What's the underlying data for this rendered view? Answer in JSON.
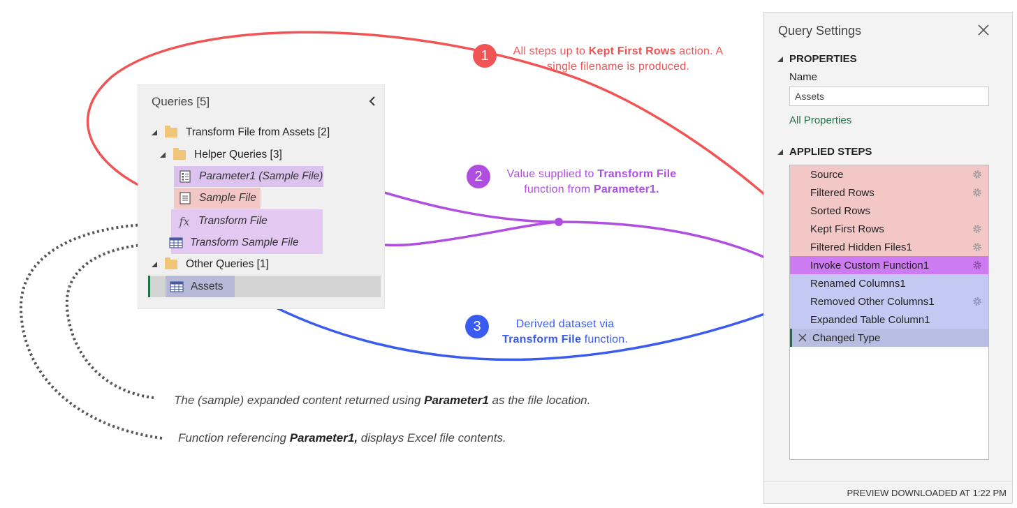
{
  "queries_pane": {
    "title": "Queries [5]",
    "groups": {
      "transform_group": "Transform File from Assets [2]",
      "helper_group": "Helper Queries [3]",
      "other_group": "Other Queries [1]"
    },
    "items": {
      "parameter": "Parameter1 (Sample File)",
      "sample_file": "Sample File",
      "transform_file": "Transform File",
      "transform_sample": "Transform Sample File",
      "assets": "Assets"
    },
    "fx_glyph": "fx"
  },
  "query_settings": {
    "title": "Query Settings",
    "properties_header": "PROPERTIES",
    "name_label": "Name",
    "name_value": "Assets",
    "all_properties": "All Properties",
    "applied_steps_header": "APPLIED STEPS",
    "steps": [
      "Source",
      "Filtered Rows",
      "Sorted Rows",
      "Kept First Rows",
      "Filtered Hidden Files1",
      "Invoke Custom Function1",
      "Renamed Columns1",
      "Removed Other Columns1",
      "Expanded Table Column1",
      "Changed Type"
    ],
    "footer": "PREVIEW DOWNLOADED AT 1:22 PM"
  },
  "callouts": {
    "c1": {
      "num": "1",
      "pre": "All steps up to ",
      "bold": "Kept First Rows",
      "post": " action. A",
      "line2": "single filename is produced."
    },
    "c2": {
      "num": "2",
      "pre": "Value supplied to ",
      "bold": "Transform File",
      "line2_pre": "function from ",
      "line2_bold": "Parameter1."
    },
    "c3": {
      "num": "3",
      "line1": "Derived dataset via",
      "bold": "Transform File",
      "post": " function."
    }
  },
  "notes": {
    "n1": {
      "pre": "The (sample) expanded content returned using ",
      "bold": "Parameter1",
      "post": " as the file location."
    },
    "n2": {
      "pre": "Function referencing ",
      "bold": "Parameter1,",
      "post": " displays Excel file contents."
    }
  },
  "colors": {
    "red": "#f05454",
    "purple": "#b04ee0",
    "blue": "#3a5bf0",
    "step_red": "#f4c7c7",
    "step_purple": "#cc7cf0",
    "step_blue": "#c3c9f2",
    "step_selected": "#b8bde2"
  }
}
